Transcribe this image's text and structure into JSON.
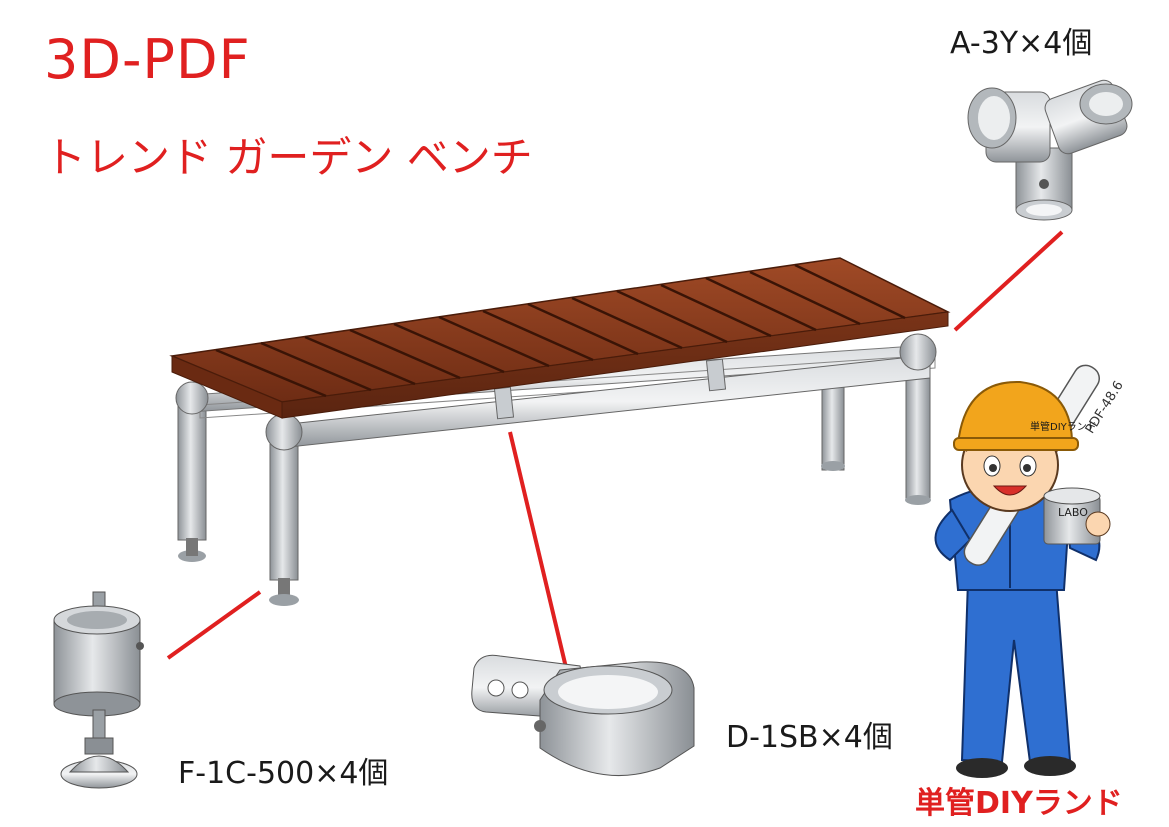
{
  "title": "3D-PDF",
  "subtitle": "トレンド ガーデン ベンチ",
  "parts": {
    "a3y": "A-3Y×4個",
    "f1c": "F-1C-500×4個",
    "d1sb": "D-1SB×4個"
  },
  "brand": "単管DIYランド",
  "mascot": {
    "helmet_text": "単管DIYランド",
    "pipe_text": "PDF-48.6",
    "cup_text": "LABO"
  },
  "colors": {
    "accent": "#e02020",
    "wood": "#8a3a1e",
    "metal": "#b8bcc0",
    "helmet": "#f2a51c",
    "overalls": "#2f6fd1"
  }
}
